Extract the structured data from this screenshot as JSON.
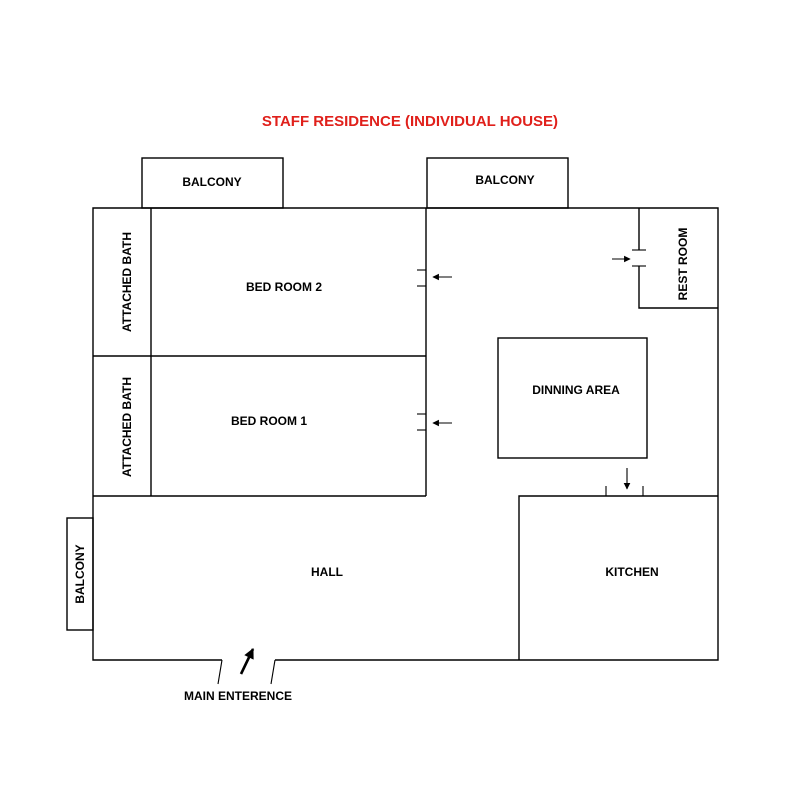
{
  "title": "STAFF RESIDENCE (INDIVIDUAL HOUSE)",
  "colors": {
    "title": "#e0201b",
    "lines": "#000000",
    "background": "#ffffff"
  },
  "rooms": {
    "balcony_top_left": "BALCONY",
    "balcony_top_right": "BALCONY",
    "balcony_left": "BALCONY",
    "attached_bath_upper": "ATTACHED BATH",
    "attached_bath_lower": "ATTACHED BATH",
    "bed_room_2": "BED ROOM 2",
    "bed_room_1": "BED ROOM 1",
    "rest_room": "REST ROOM",
    "dining_area": "DINNING AREA",
    "hall": "HALL",
    "kitchen": "KITCHEN"
  },
  "entrance_label": "MAIN ENTERENCE"
}
